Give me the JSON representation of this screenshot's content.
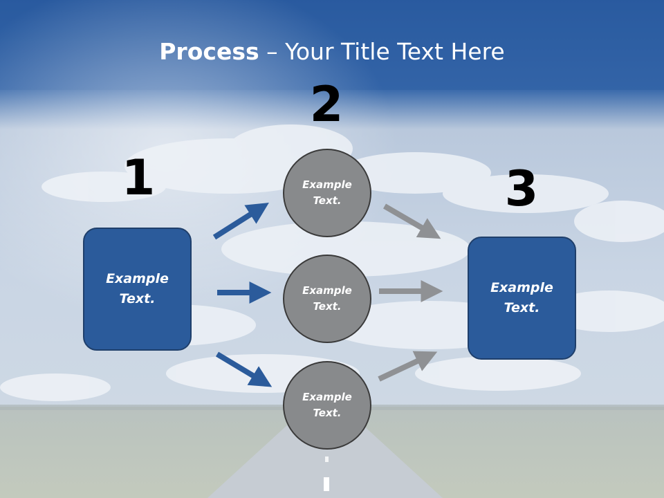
{
  "title": {
    "bold": "Process",
    "rest": " – Your Title Text Here"
  },
  "steps": [
    {
      "number": "1",
      "text": "Example\nText."
    },
    {
      "number": "2"
    },
    {
      "number": "3",
      "text": "Example\nText."
    }
  ],
  "circles": [
    {
      "text": "Example\nText."
    },
    {
      "text": "Example\nText."
    },
    {
      "text": "Example\nText."
    }
  ],
  "colors": {
    "header": "#2b5b9b",
    "box": "#2b5b9b",
    "arrow_in": "#2b5b9b",
    "arrow_out": "#8f9194",
    "circle": "#888a8c"
  }
}
